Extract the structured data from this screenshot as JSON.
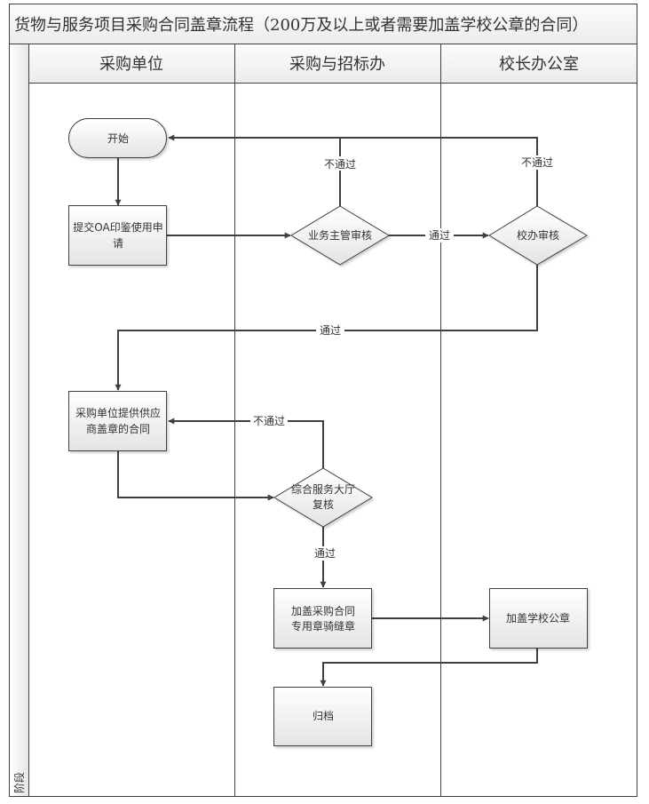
{
  "title": "货物与服务项目采购合同盖章流程（200万及以上或者需要加盖学校公章的合同）",
  "phase_label": "阶段",
  "lanes": [
    {
      "id": "lane-procurement-unit",
      "label": "采购单位"
    },
    {
      "id": "lane-procurement-bidding-office",
      "label": "采购与招标办"
    },
    {
      "id": "lane-president-office",
      "label": "校长办公室"
    }
  ],
  "nodes": [
    {
      "id": "start",
      "type": "terminal",
      "lane": 0,
      "lines": [
        "开始"
      ]
    },
    {
      "id": "submit-oa",
      "type": "process",
      "lane": 0,
      "lines": [
        "提交OA印鉴使用申",
        "请"
      ]
    },
    {
      "id": "business-review",
      "type": "decision",
      "lane": 1,
      "lines": [
        "业务主管审核"
      ]
    },
    {
      "id": "office-review",
      "type": "decision",
      "lane": 2,
      "lines": [
        "校办审核"
      ]
    },
    {
      "id": "provide-contract",
      "type": "process",
      "lane": 0,
      "lines": [
        "采购单位提供供应",
        "商盖章的合同"
      ]
    },
    {
      "id": "service-hall-review",
      "type": "decision",
      "lane": 1,
      "lines": [
        "综合服务大厅",
        "复核"
      ]
    },
    {
      "id": "seam-stamp",
      "type": "process",
      "lane": 1,
      "lines": [
        "加盖采购合同",
        "专用章骑缝章"
      ]
    },
    {
      "id": "school-seal",
      "type": "process",
      "lane": 2,
      "lines": [
        "加盖学校公章"
      ]
    },
    {
      "id": "archive",
      "type": "process",
      "lane": 1,
      "lines": [
        "归档"
      ]
    }
  ],
  "edges": [
    {
      "from": "start",
      "to": "submit-oa",
      "label": ""
    },
    {
      "from": "submit-oa",
      "to": "business-review",
      "label": ""
    },
    {
      "from": "business-review",
      "to": "start",
      "label": "不通过"
    },
    {
      "from": "business-review",
      "to": "office-review",
      "label": "通过"
    },
    {
      "from": "office-review",
      "to": "start",
      "label": "不通过"
    },
    {
      "from": "office-review",
      "to": "provide-contract",
      "label": "通过"
    },
    {
      "from": "provide-contract",
      "to": "service-hall-review",
      "label": ""
    },
    {
      "from": "service-hall-review",
      "to": "provide-contract",
      "label": "不通过"
    },
    {
      "from": "service-hall-review",
      "to": "seam-stamp",
      "label": "通过"
    },
    {
      "from": "seam-stamp",
      "to": "school-seal",
      "label": ""
    },
    {
      "from": "school-seal",
      "to": "archive",
      "label": ""
    }
  ],
  "colors": {
    "line": "#404040",
    "node_fill_top": "#ffffff",
    "node_fill_bottom": "#e6e6e6",
    "header_fill_top": "#fbfbfb",
    "header_fill_bottom": "#ececec"
  }
}
